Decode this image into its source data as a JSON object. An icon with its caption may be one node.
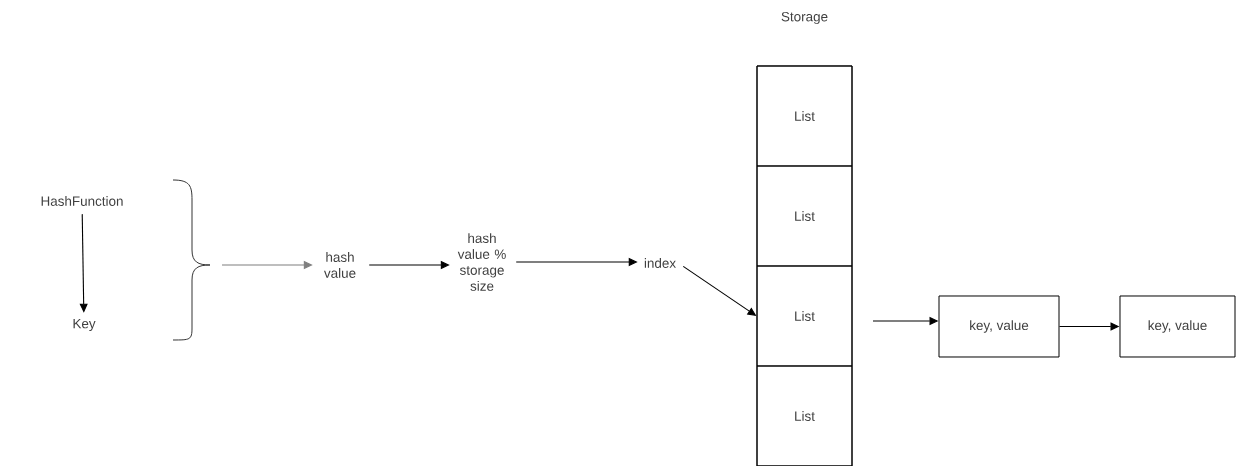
{
  "diagram": {
    "nodes": [
      {
        "text": [
          "HashFunction"
        ]
      },
      {
        "text": [
          "Key"
        ]
      },
      {
        "text": [
          "hash value"
        ]
      },
      {
        "text": [
          "hash value % storage size"
        ]
      },
      {
        "text": [
          "index"
        ]
      },
      {
        "text": [
          "Storage"
        ]
      },
      {
        "text": [
          "List"
        ],
        "in": 5
      },
      {
        "text": [
          "List"
        ],
        "in": 5
      },
      {
        "text": [
          "List"
        ],
        "in": 5
      },
      {
        "text": [
          "List"
        ],
        "in": 5
      },
      {
        "text": [
          "key, value"
        ]
      },
      {
        "text": [
          "key, value"
        ]
      }
    ],
    "edges": [
      {
        "from": 0,
        "to": 1,
        "arrow": "to"
      },
      {
        "from": null,
        "to": 2,
        "arrow": "to",
        "color": "#7f7f7f"
      },
      {
        "from": 2,
        "to": 3,
        "arrow": "to"
      },
      {
        "from": 3,
        "to": 4,
        "arrow": "to"
      },
      {
        "from": 4,
        "to": 8,
        "arrow": "to"
      },
      {
        "from": null,
        "to": 10,
        "arrow": "to"
      },
      {
        "from": 10,
        "to": 11,
        "arrow": "to"
      }
    ]
  }
}
